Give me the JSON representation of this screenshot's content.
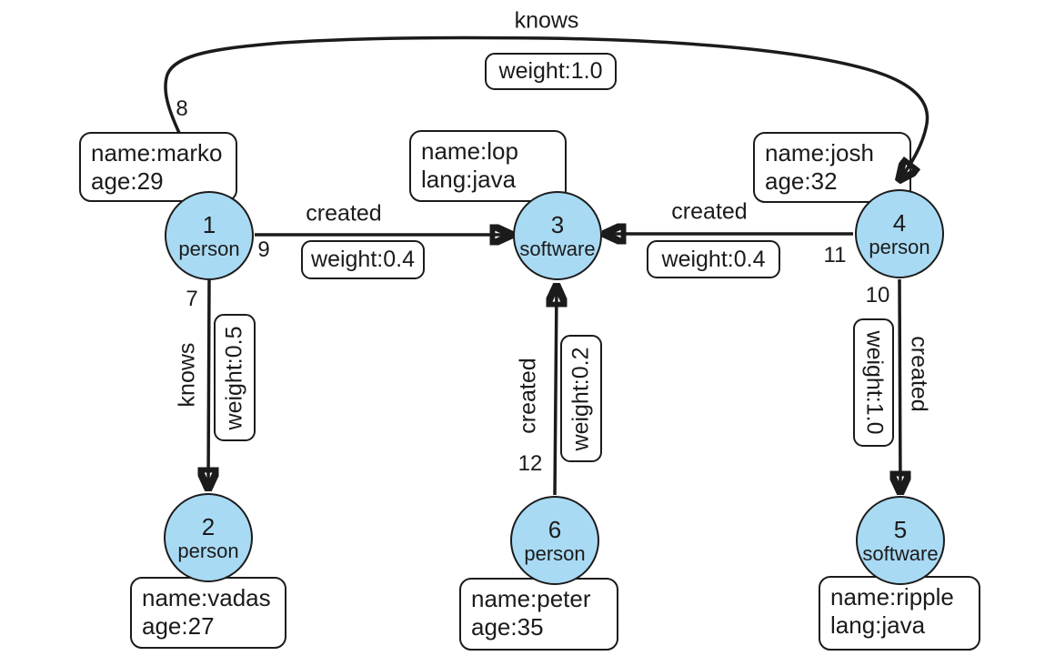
{
  "colors": {
    "node_fill": "#a9daf4",
    "box_bg": "#ffffff"
  },
  "nodes": [
    {
      "id": "1",
      "type": "person",
      "props": [
        "name:marko",
        "age:29"
      ]
    },
    {
      "id": "2",
      "type": "person",
      "props": [
        "name:vadas",
        "age:27"
      ]
    },
    {
      "id": "3",
      "type": "software",
      "props": [
        "name:lop",
        "lang:java"
      ]
    },
    {
      "id": "4",
      "type": "person",
      "props": [
        "name:josh",
        "age:32"
      ]
    },
    {
      "id": "5",
      "type": "software",
      "props": [
        "name:ripple",
        "lang:java"
      ]
    },
    {
      "id": "6",
      "type": "person",
      "props": [
        "name:peter",
        "age:35"
      ]
    }
  ],
  "edges": [
    {
      "id": "8",
      "label": "knows",
      "weight": "weight:1.0"
    },
    {
      "id": "9",
      "label": "created",
      "weight": "weight:0.4"
    },
    {
      "id": "11",
      "label": "created",
      "weight": "weight:0.4"
    },
    {
      "id": "7",
      "label": "knows",
      "weight": "weight:0.5"
    },
    {
      "id": "12",
      "label": "created",
      "weight": "weight:0.2"
    },
    {
      "id": "10",
      "label": "created",
      "weight": "weight:1.0"
    }
  ]
}
